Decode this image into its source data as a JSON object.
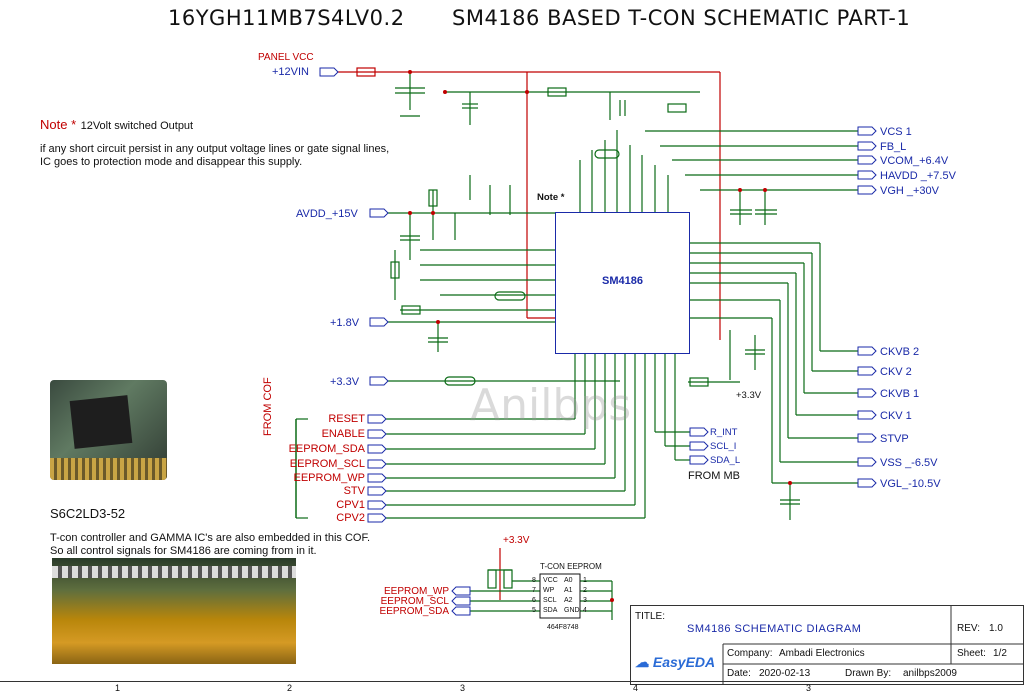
{
  "header": {
    "part_id": "16YGH11MB7S4LV0.2",
    "title": "SM4186 BASED T-CON SCHEMATIC PART-1"
  },
  "panel_vcc": {
    "label": "PANEL VCC",
    "input": "+12VIN"
  },
  "note": {
    "heading": "Note *",
    "sub": "12Volt switched Output",
    "line1": "if any short circuit persist in any output voltage lines or gate signal lines,",
    "line2": "IC goes to protection mode and disappear this supply."
  },
  "chip": {
    "name": "SM4186",
    "note_marker": "Note *"
  },
  "left_rails": [
    "AVDD_+15V",
    "+1.8V",
    "+3.3V"
  ],
  "right_top_outputs": [
    "VCS 1",
    "FB_L",
    "VCOM_+6.4V",
    "HAVDD _+7.5V",
    "VGH _+30V"
  ],
  "right_bottom_outputs": [
    "CKVB 2",
    "CKV 2",
    "CKVB 1",
    "CKV 1",
    "STVP",
    "VSS _-6.5V",
    "VGL_-10.5V"
  ],
  "cof": {
    "side_label": "FROM COF",
    "signals": [
      "RESET",
      "ENABLE",
      "EEPROM_SDA",
      "EEPROM_SCL",
      "EEPROM_WP",
      "STV",
      "CPV1",
      "CPV2"
    ]
  },
  "from_mb": {
    "label": "FROM MB",
    "signals": [
      "R_INT",
      "SCL_I",
      "SDA_L"
    ],
    "rail": "+3.3V"
  },
  "photo_caption": "S6C2LD3-52",
  "cof_note": {
    "line1": "T-con controller and GAMMA IC's are also embedded in this COF.",
    "line2": "So all control signals for SM4186 are coming from in it."
  },
  "watermark": "Anilbps",
  "eeprom": {
    "title": "T-CON EEPROM",
    "rail": "+3.3V",
    "part": "464F8748",
    "left_pins": [
      "VCC",
      "WP",
      "SCL",
      "SDA"
    ],
    "left_nums": [
      "8",
      "7",
      "6",
      "5"
    ],
    "right_pins": [
      "A0",
      "A1",
      "A2",
      "GND"
    ],
    "right_nums": [
      "1",
      "2",
      "3",
      "4"
    ],
    "inputs": [
      "EEPROM_WP",
      "EEPROM_SCL",
      "EEPROM_SDA"
    ]
  },
  "title_block": {
    "title_label": "TITLE:",
    "title": "SM4186 SCHEMATIC DIAGRAM",
    "rev_label": "REV:",
    "rev": "1.0",
    "company_label": "Company:",
    "company": "Ambadi Electronics",
    "sheet_label": "Sheet:",
    "sheet": "1/2",
    "date_label": "Date:",
    "date": "2020-02-13",
    "drawn_label": "Drawn By:",
    "drawn_by": "anilbps2009",
    "logo": "EasyEDA"
  },
  "ruler": [
    "1",
    "2",
    "3",
    "4",
    "3"
  ],
  "colors": {
    "wire": "#0b6b16",
    "net_label": "#1a2aa8",
    "power": "#c00000"
  }
}
